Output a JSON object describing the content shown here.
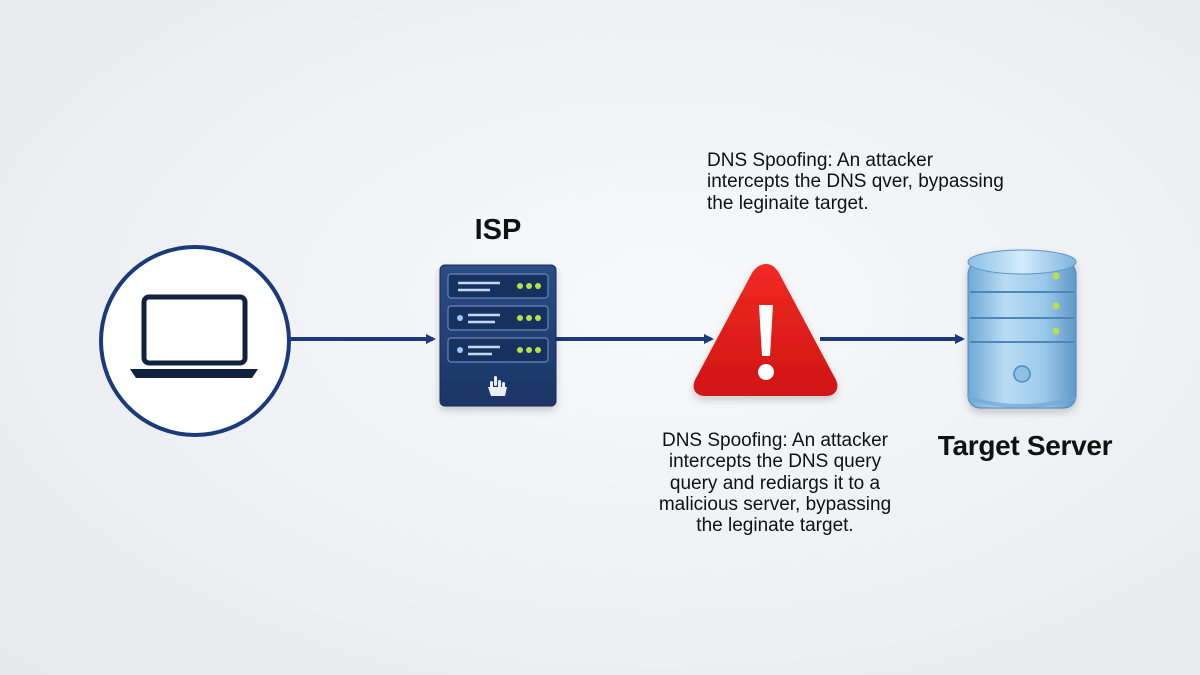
{
  "nodes": {
    "client": {
      "icon": "laptop-icon"
    },
    "isp": {
      "label": "ISP",
      "icon": "server-rack-icon"
    },
    "attack": {
      "icon": "warning-triangle-icon"
    },
    "target": {
      "label": "Target Server",
      "icon": "server-tower-icon"
    }
  },
  "notes": {
    "top": "DNS Spoofing: An attacker\nintercepts the DNS qver, bypassing\nthe leginaite target.",
    "bottom": "DNS Spoofing: An attacker\nintercepts the DNS query\nquery and rediargs it to a\nmalicious server, bypassing\nthe leginate target."
  },
  "colors": {
    "arrow": "#1a3a7c",
    "client_ring": "#1b3a7a",
    "isp_body": "#1f3d72",
    "warning": "#e01a1a",
    "target_body": "#8fc3e6",
    "led": "#b8e04a"
  }
}
